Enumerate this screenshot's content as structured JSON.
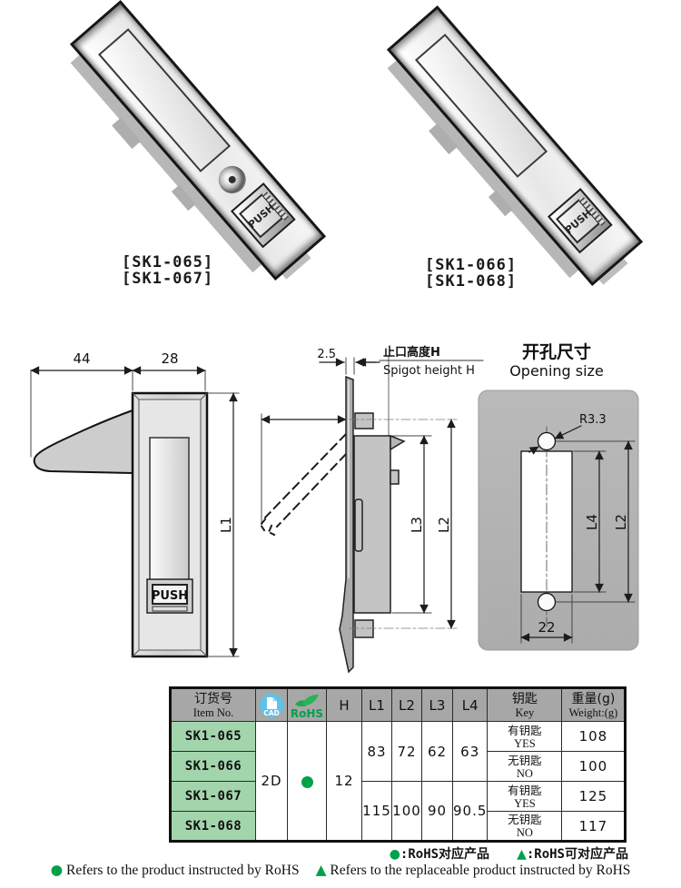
{
  "colors": {
    "accent_green": "#00a14b",
    "table_header_bg": "#a7a7a7",
    "item_cell_bg": "#a3d5ad",
    "cad_blue": "#5fc2e9"
  },
  "products": {
    "push_label": "PUSH",
    "left": {
      "models": [
        "[SK1-065]",
        "[SK1-067]"
      ]
    },
    "right": {
      "models": [
        "[SK1-066]",
        "[SK1-068]"
      ]
    }
  },
  "drawings": {
    "front": {
      "width_total": "44",
      "width_body": "28",
      "height": "L1",
      "push": "PUSH"
    },
    "side": {
      "thickness": "2.5",
      "spigot_cn": "止口高度H",
      "spigot_en": "Spigot height H",
      "l3": "L3",
      "l2": "L2"
    },
    "opening": {
      "title_cn": "开孔尺寸",
      "title_en": "Opening size",
      "radius": "R3.3",
      "l4": "L4",
      "l2": "L2",
      "width": "22"
    }
  },
  "table": {
    "headers": {
      "item_cn": "订货号",
      "item_en": "Item No.",
      "cad": "CAD",
      "rohs": "RoHS",
      "h": "H",
      "l1": "L1",
      "l2": "L2",
      "l3": "L3",
      "l4": "L4",
      "key_cn": "钥匙",
      "key_en": "Key",
      "weight_cn": "重量(g)",
      "weight_en": "Weight:(g)"
    },
    "shared": {
      "cad_value": "2D",
      "h_value": "12"
    },
    "groups": [
      {
        "l1": "83",
        "l2": "72",
        "l3": "62",
        "l4": "63"
      },
      {
        "l1": "115",
        "l2": "100",
        "l3": "90",
        "l4": "90.5"
      }
    ],
    "rows": [
      {
        "item": "SK1-065",
        "key_cn": "有钥匙",
        "key_en": "YES",
        "weight": "108"
      },
      {
        "item": "SK1-066",
        "key_cn": "无钥匙",
        "key_en": "NO",
        "weight": "100"
      },
      {
        "item": "SK1-067",
        "key_cn": "有钥匙",
        "key_en": "YES",
        "weight": "125"
      },
      {
        "item": "SK1-068",
        "key_cn": "无钥匙",
        "key_en": "NO",
        "weight": "117"
      }
    ]
  },
  "footer": {
    "line1": [
      {
        "symbol": "●",
        "text": ":RoHS对应产品"
      },
      {
        "symbol": "▲",
        "text": ":RoHS可对应产品"
      }
    ],
    "line2": [
      {
        "symbol": "●",
        "text": "Refers to the product instructed by RoHS"
      },
      {
        "symbol": "▲",
        "text": "Refers to the replaceable product instructed by RoHS"
      }
    ]
  }
}
